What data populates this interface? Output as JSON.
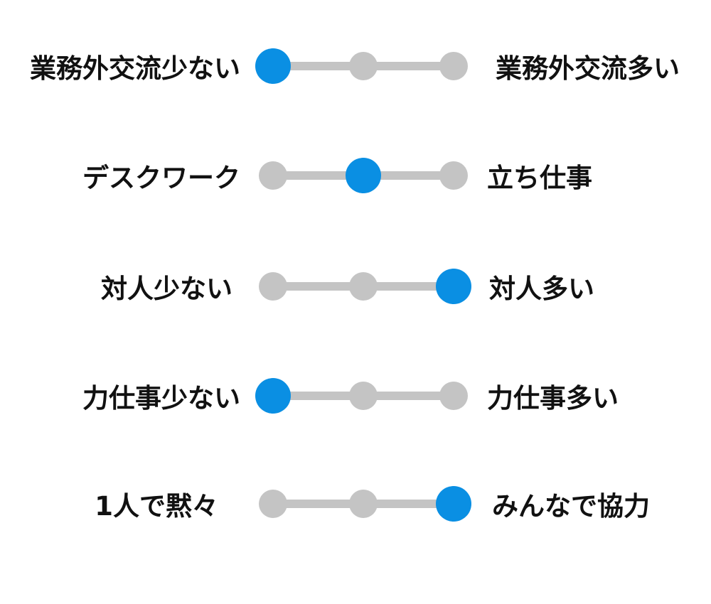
{
  "accent_color": "#0a8fe3",
  "inactive_color": "#c4c4c4",
  "scales": [
    {
      "left_label": "業務外交流少ない",
      "right_label": "業務外交流多い",
      "steps": 3,
      "selected_index": 0
    },
    {
      "left_label": "デスクワーク",
      "right_label": "立ち仕事",
      "steps": 3,
      "selected_index": 1
    },
    {
      "left_label": "対人少ない",
      "right_label": "対人多い",
      "steps": 3,
      "selected_index": 2
    },
    {
      "left_label": "力仕事少ない",
      "right_label": "力仕事多い",
      "steps": 3,
      "selected_index": 0
    },
    {
      "left_label": "1人で黙々",
      "right_label": "みんなで協力",
      "steps": 3,
      "selected_index": 2
    }
  ]
}
